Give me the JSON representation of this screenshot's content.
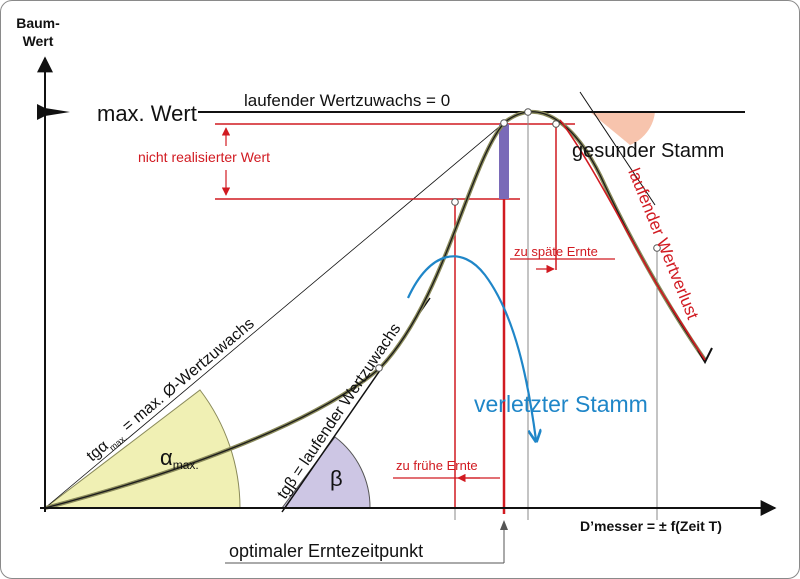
{
  "axes": {
    "y_label_line1": "Baum-",
    "y_label_line2": "Wert",
    "x_label": "D’messer = ± f(Zeit T)"
  },
  "labels": {
    "max_wert": "max. Wert",
    "laufender_wertzuwachs_null": "laufender Wertzuwachs = 0",
    "nicht_realisierter_wert": "nicht realisierter Wert",
    "gesunder_stamm": "gesunder Stamm",
    "laufender_wertverlust": "laufender Wertverlust",
    "zu_spaete_ernte": "zu späte Ernte",
    "zu_fruehe_ernte": "zu frühe Ernte",
    "verletzter_stamm": "verletzter Stamm",
    "optimaler_erntezeitpunkt": "optimaler Erntezeitpunkt",
    "tg_alpha_prefix": "tgα",
    "tg_alpha_sub": "max.",
    "tg_alpha_rest": " = max. Ø-Wertzuwachs",
    "tg_beta": "tgβ = laufender Wertzuwachs",
    "alpha": "α",
    "alpha_sub": "max.",
    "beta": "β"
  },
  "colors": {
    "red": "#d11a21",
    "blue": "#1f86c8",
    "olive": "#8a8a5a",
    "alpha_fill": "#f0f0b4",
    "beta_fill": "#cdc6e4",
    "peach_fill": "#f7c4ad",
    "purple_bar": "#7a6ab8"
  }
}
